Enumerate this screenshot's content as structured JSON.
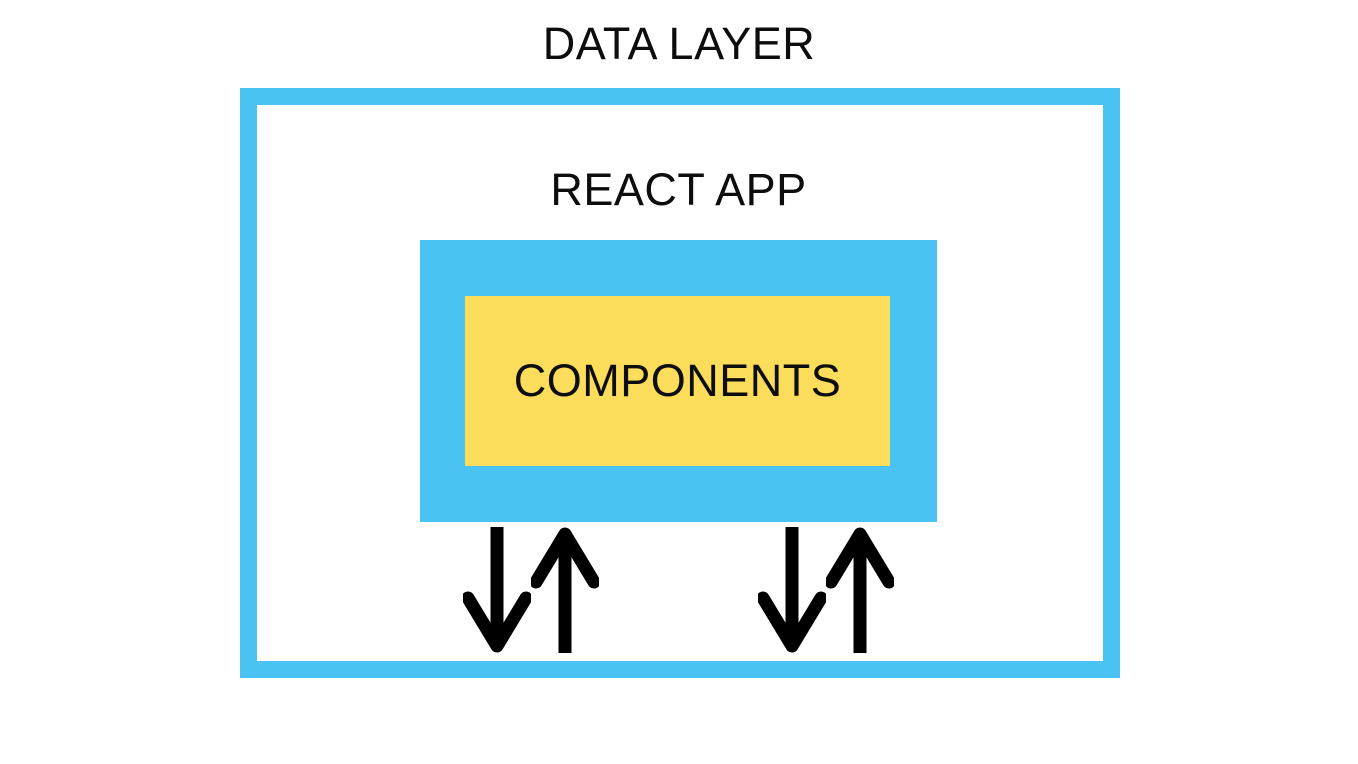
{
  "diagram": {
    "title": "DATA LAYER",
    "outer_box": {
      "label": "DATA LAYER"
    },
    "react_app": {
      "label": "REACT APP"
    },
    "components": {
      "label": "COMPONENTS"
    },
    "arrow_pairs": [
      {
        "icons": [
          "down-arrow",
          "up-arrow"
        ],
        "meaning": "data flow between components and data layer"
      },
      {
        "icons": [
          "down-arrow",
          "up-arrow"
        ],
        "meaning": "data flow between components and data layer"
      }
    ],
    "colors": {
      "blue": "#4bc3f2",
      "yellow": "#fcdc5b",
      "arrow": "#000000",
      "text": "#0d0d0d",
      "background": "#ffffff"
    }
  }
}
